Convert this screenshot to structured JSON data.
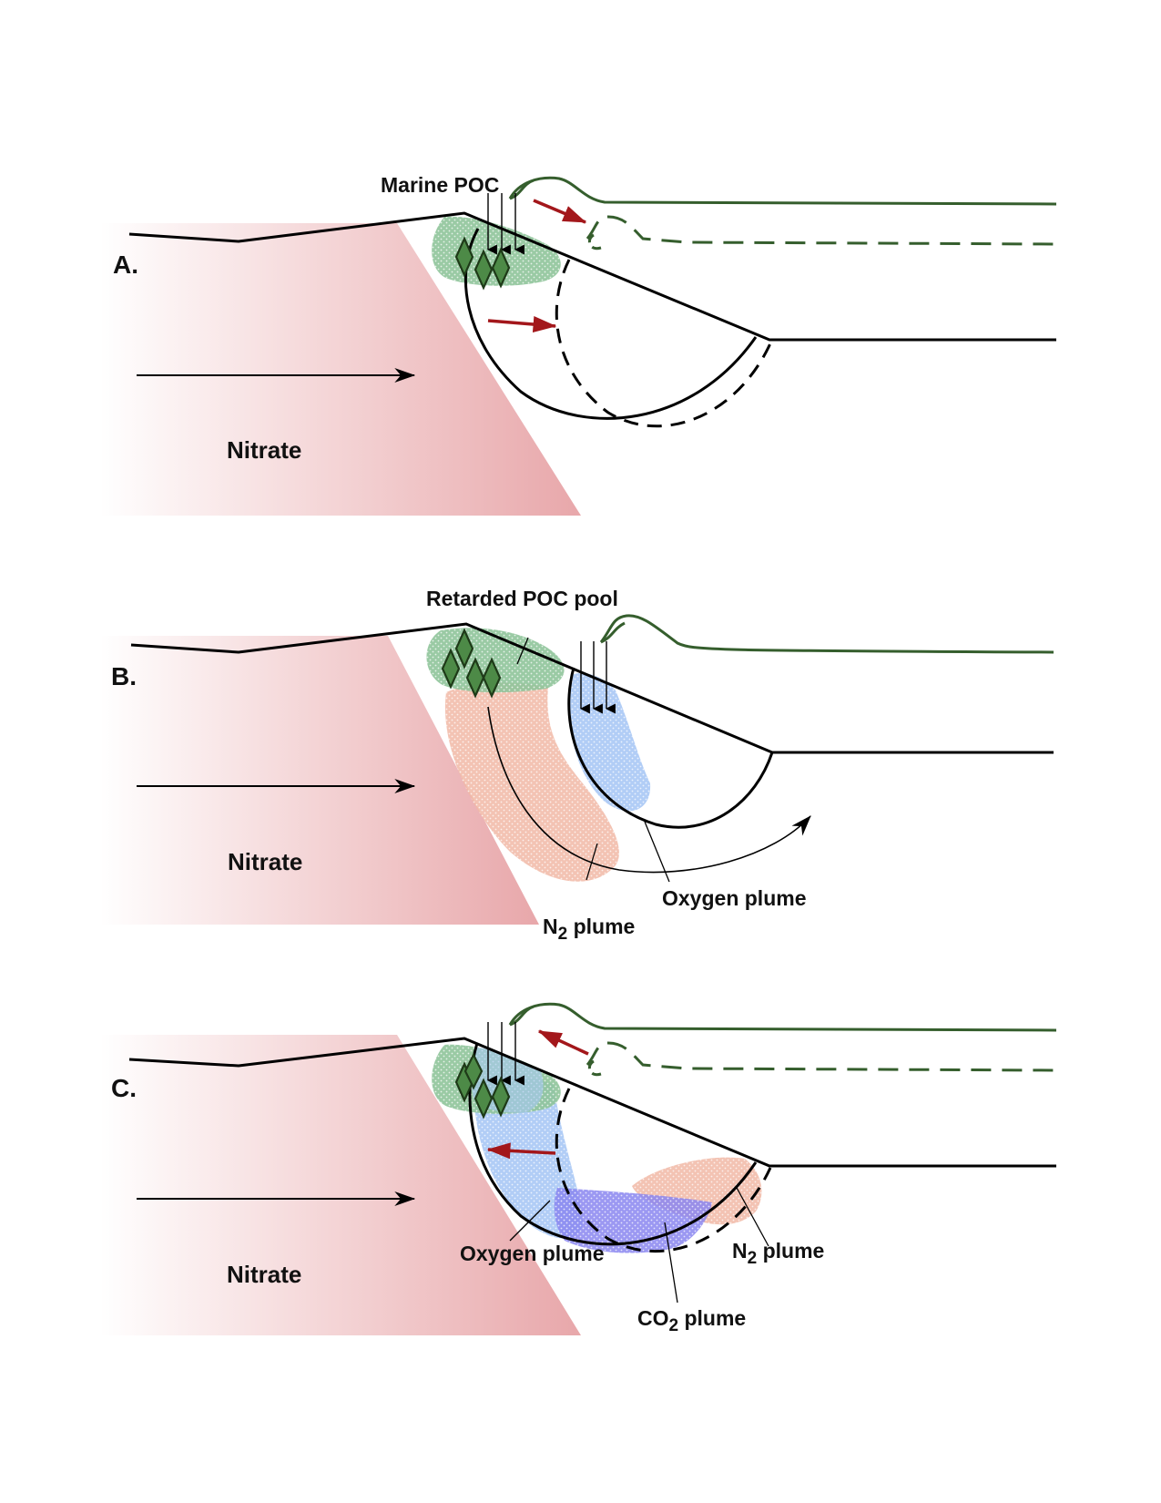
{
  "figure": {
    "panels": [
      {
        "id": "A",
        "label": "A.",
        "nitrate_label": "Nitrate",
        "labels": {
          "poc": "Marine POC"
        }
      },
      {
        "id": "B",
        "label": "B.",
        "nitrate_label": "Nitrate",
        "labels": {
          "poc": "Retarded POC pool",
          "n2_main": "N",
          "n2_sub": "2",
          "n2_tail": " plume",
          "oxygen": "Oxygen plume"
        }
      },
      {
        "id": "C",
        "label": "C.",
        "nitrate_label": "Nitrate",
        "labels": {
          "oxygen": "Oxygen plume",
          "n2_main": "N",
          "n2_sub": "2",
          "n2_tail": " plume",
          "co2_main": "CO",
          "co2_sub": "2",
          "co2_tail": " plume"
        }
      }
    ],
    "colors": {
      "nitrate": "#e8a7aa",
      "poc_green": "#8fc49a",
      "water_line": "#355e2d",
      "oxygen": "#a8c8f5",
      "n2": "#f1b8a6",
      "co2": "#8a86f0",
      "red_arrow": "#a3171b",
      "ground": "#000000"
    }
  }
}
